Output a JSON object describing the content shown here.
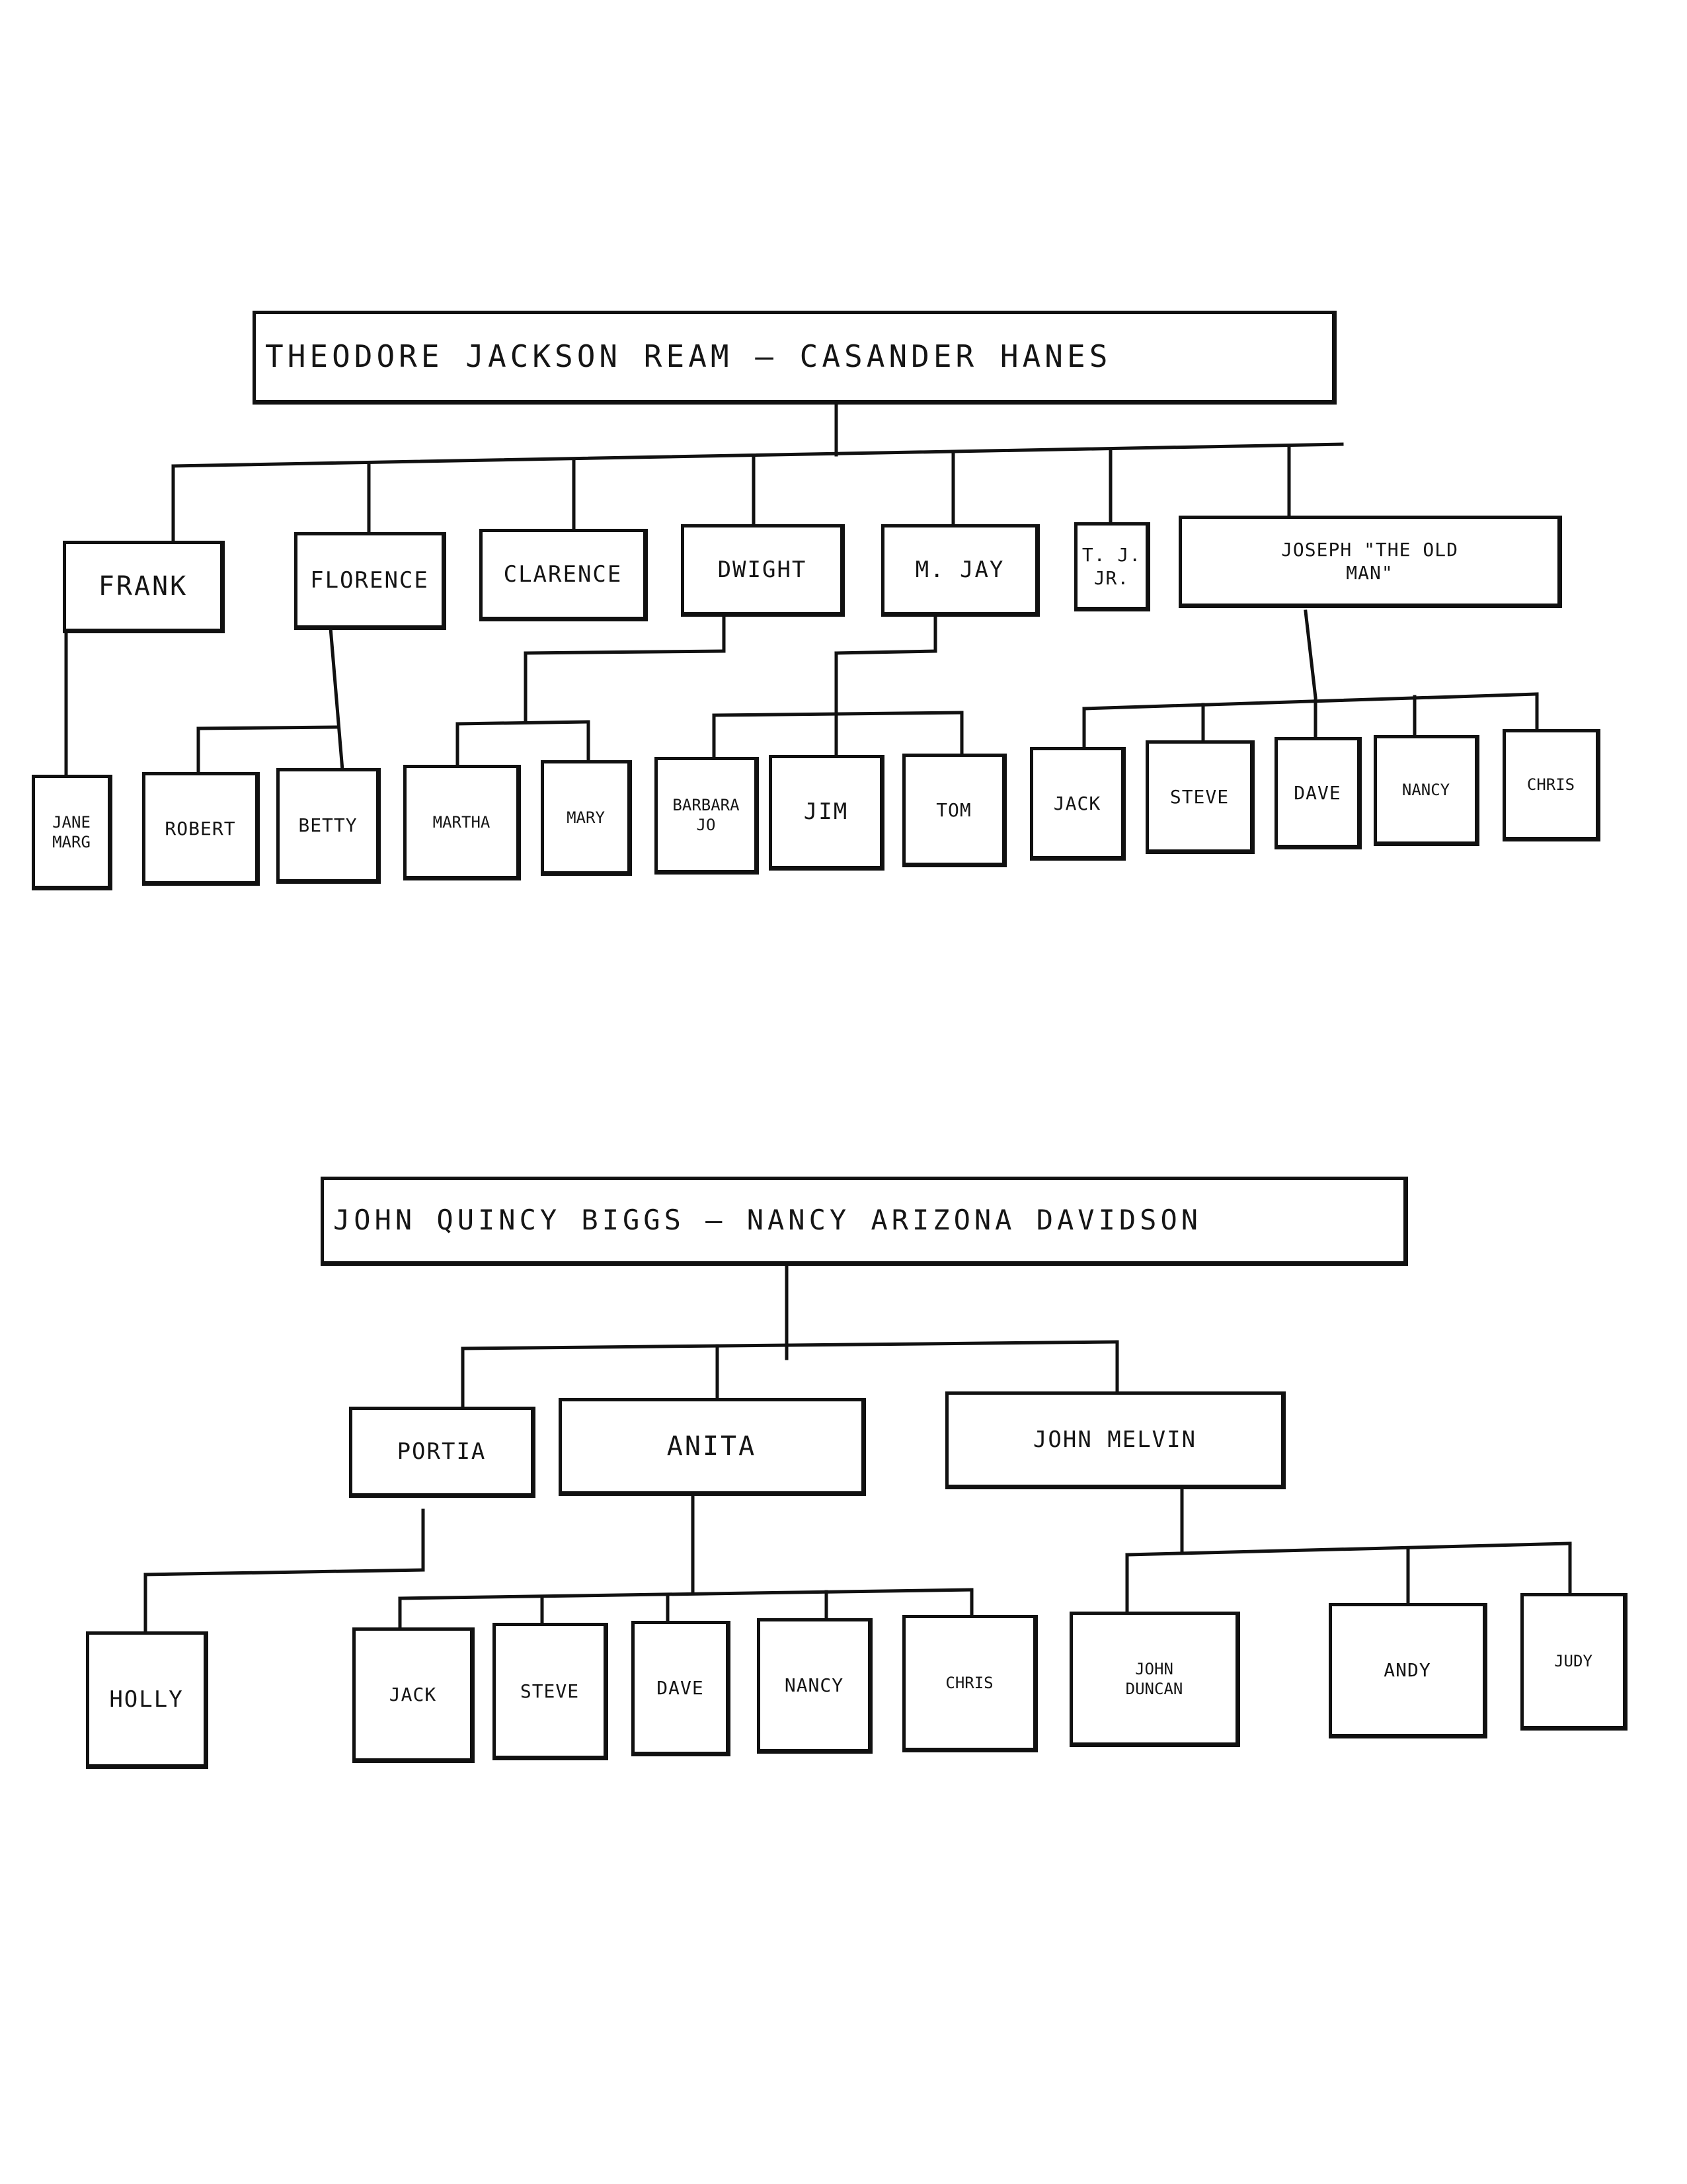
{
  "trees": [
    {
      "root": "THEODORE  JACKSON  REAM — CASANDER  HANES",
      "children": [
        "FRANK",
        "FLORENCE",
        "CLARENCE",
        "DWIGHT",
        "M. JAY",
        "T. J.\nJR.",
        "JOSEPH    \"THE OLD\n                 MAN\""
      ],
      "grandchildren": [
        "JANE\nMARG",
        "ROBERT",
        "BETTY",
        "MARTHA",
        "MARY",
        "BARBARA\nJO",
        "JIM",
        "TOM",
        "JACK",
        "STEVE",
        "DAVE",
        "NANCY",
        "CHRIS"
      ]
    },
    {
      "root": "JOHN  QUINCY  BIGGS  —  NANCY  ARIZONA  DAVIDSON",
      "children": [
        "PORTIA",
        "ANITA",
        "JOHN  MELVIN"
      ],
      "grandchildren": [
        "HOLLY",
        "JACK",
        "STEVE",
        "DAVE",
        "NANCY",
        "CHRIS",
        "JOHN\nDUNCAN",
        "ANDY",
        "JUDY"
      ]
    }
  ]
}
